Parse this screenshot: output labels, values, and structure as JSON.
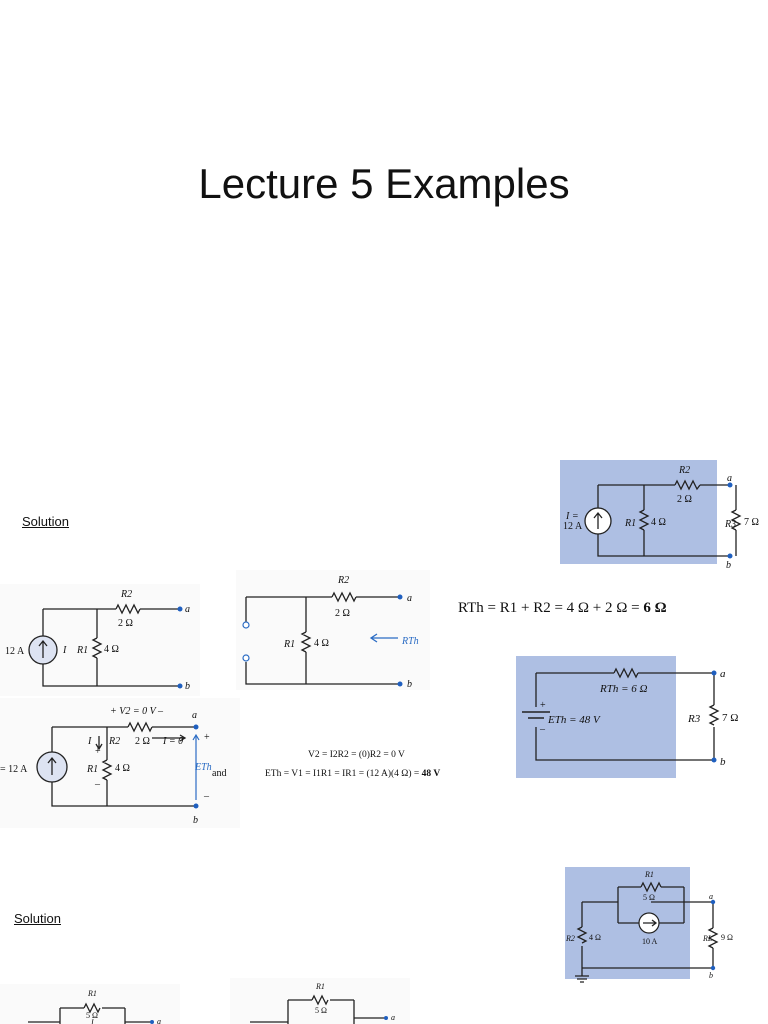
{
  "slide": {
    "title": "Lecture 5 Examples",
    "solution_label_1": "Solution",
    "solution_label_2": "Solution"
  },
  "fig_top_right": {
    "r2_name": "R2",
    "r2_val": "2 Ω",
    "r1_name": "R1",
    "r1_val": "4 Ω",
    "r3_name": "R3",
    "r3_val": "7 Ω",
    "source": "I =",
    "source_val": "12 A",
    "a": "a",
    "b": "b"
  },
  "fig_rth_circuit": {
    "r2_name": "R2",
    "r2_val": "2 Ω",
    "source_val": "12 A",
    "i": "I",
    "r1_name": "R1",
    "r1_val": "4 Ω",
    "a": "a",
    "b": "b"
  },
  "fig_rth_open": {
    "r2_name": "R2",
    "r2_val": "2 Ω",
    "r1_name": "R1",
    "r1_val": "4 Ω",
    "rth": "RTh",
    "a": "a",
    "b": "b"
  },
  "eq_rth": {
    "text": "RTh = R1 + R2 = 4 Ω + 2 Ω = ",
    "bold": "6 Ω"
  },
  "fig_thevenin": {
    "rth_label": "RTh = 6 Ω",
    "eth_label": "ETh = 48 V",
    "plus": "+",
    "minus": "–",
    "r3_name": "R3",
    "r3_val": "7 Ω",
    "a": "a",
    "b": "b"
  },
  "fig_eth": {
    "v2_label": "+ V2 = 0 V –",
    "a": "a",
    "b": "b",
    "i_label": "I",
    "r2_label": "R2",
    "r2_val": "2 Ω",
    "i0": "I = 0",
    "source": "= 12 A",
    "r1_name": "R1",
    "r1_val": "4 Ω",
    "eth": "ETh",
    "and": "and",
    "plus": "+",
    "minus": "–"
  },
  "eq_eth": {
    "line1": "V2 = I2R2 = (0)R2 = 0 V",
    "line2": "ETh = V1 = I1R1 = IR1 = (12 A)(4 Ω) = ",
    "line2_bold": "48 V"
  },
  "fig_bottom_right": {
    "r1_name": "R1",
    "r1_val": "5 Ω",
    "r2_name": "R2",
    "r2_val": "4 Ω",
    "src_val": "10 A",
    "rl_name": "RL",
    "rl_val": "9 Ω",
    "a": "a",
    "b": "b"
  },
  "fig_bottom_1": {
    "r1_name": "R1",
    "r1_val": "5 Ω",
    "i": "I",
    "a": "a"
  },
  "fig_bottom_2": {
    "r1_name": "R1",
    "r1_val": "5 Ω",
    "a": "a"
  },
  "colors": {
    "panel": "#aebfe3",
    "terminal": "#1f5fbf",
    "rth_arrow": "#2b6cc4"
  }
}
